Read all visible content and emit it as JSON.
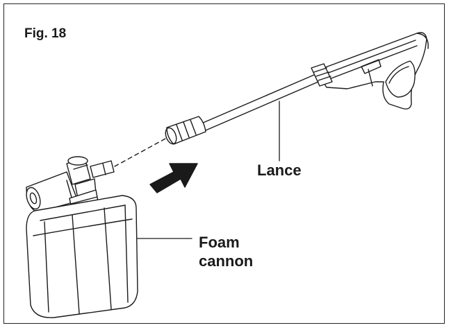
{
  "figure": {
    "label": "Fig. 18",
    "callouts": {
      "lance": "Lance",
      "foam_line1": "Foam",
      "foam_line2": "cannon"
    }
  },
  "colors": {
    "ink": "#1a1a1a",
    "background": "#ffffff"
  }
}
